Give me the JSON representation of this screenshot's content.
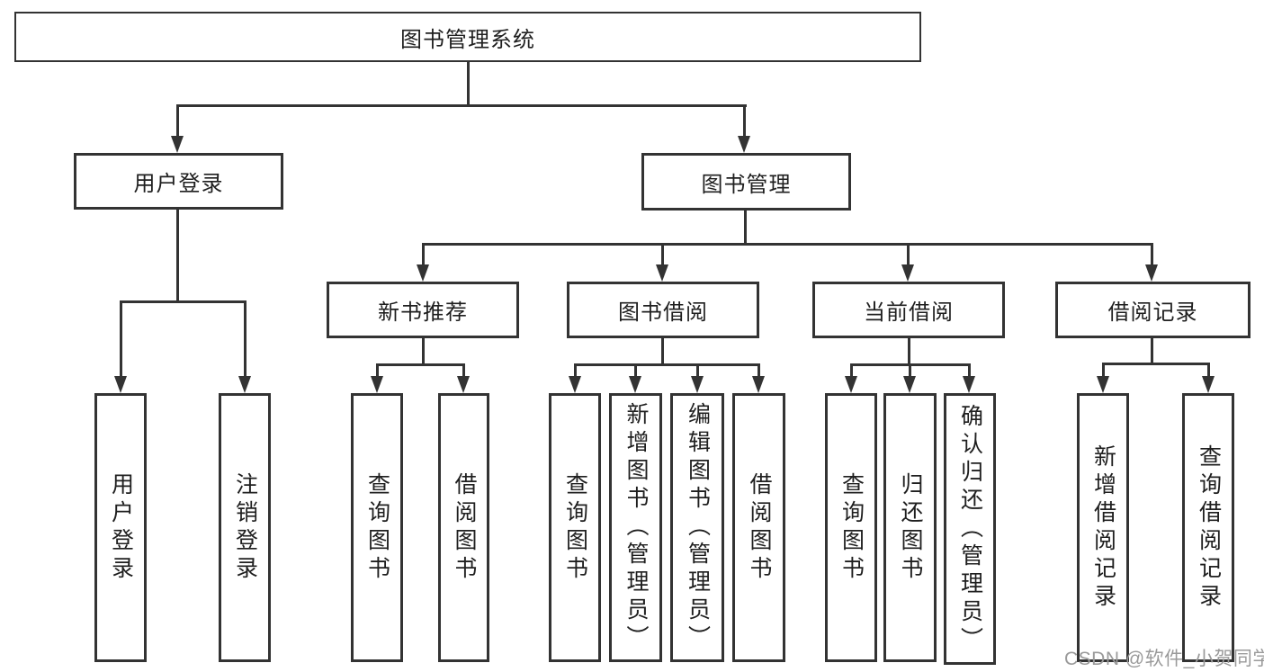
{
  "tree": {
    "root": "图书管理系统",
    "branches": [
      {
        "label": "用户登录",
        "children": [
          {
            "label": "用户登录"
          },
          {
            "label": "注销登录"
          }
        ]
      },
      {
        "label": "图书管理",
        "children": [
          {
            "label": "新书推荐",
            "children": [
              {
                "label": "查询图书"
              },
              {
                "label": "借阅图书"
              }
            ]
          },
          {
            "label": "图书借阅",
            "children": [
              {
                "label": "查询图书"
              },
              {
                "label": "新增图书（管理员）"
              },
              {
                "label": "编辑图书（管理员）"
              },
              {
                "label": "借阅图书"
              }
            ]
          },
          {
            "label": "当前借阅",
            "children": [
              {
                "label": "查询图书"
              },
              {
                "label": "归还图书"
              },
              {
                "label": "确认归还（管理员）"
              }
            ]
          },
          {
            "label": "借阅记录",
            "children": [
              {
                "label": "新增借阅记录"
              },
              {
                "label": "查询借阅记录"
              }
            ]
          }
        ]
      }
    ]
  },
  "watermark": {
    "text": "CSDN @软件_小贺同学"
  },
  "colors": {
    "line": "#333333",
    "text": "#1f1f1f",
    "background": "#ffffff",
    "watermark": "#9a9a9a"
  }
}
